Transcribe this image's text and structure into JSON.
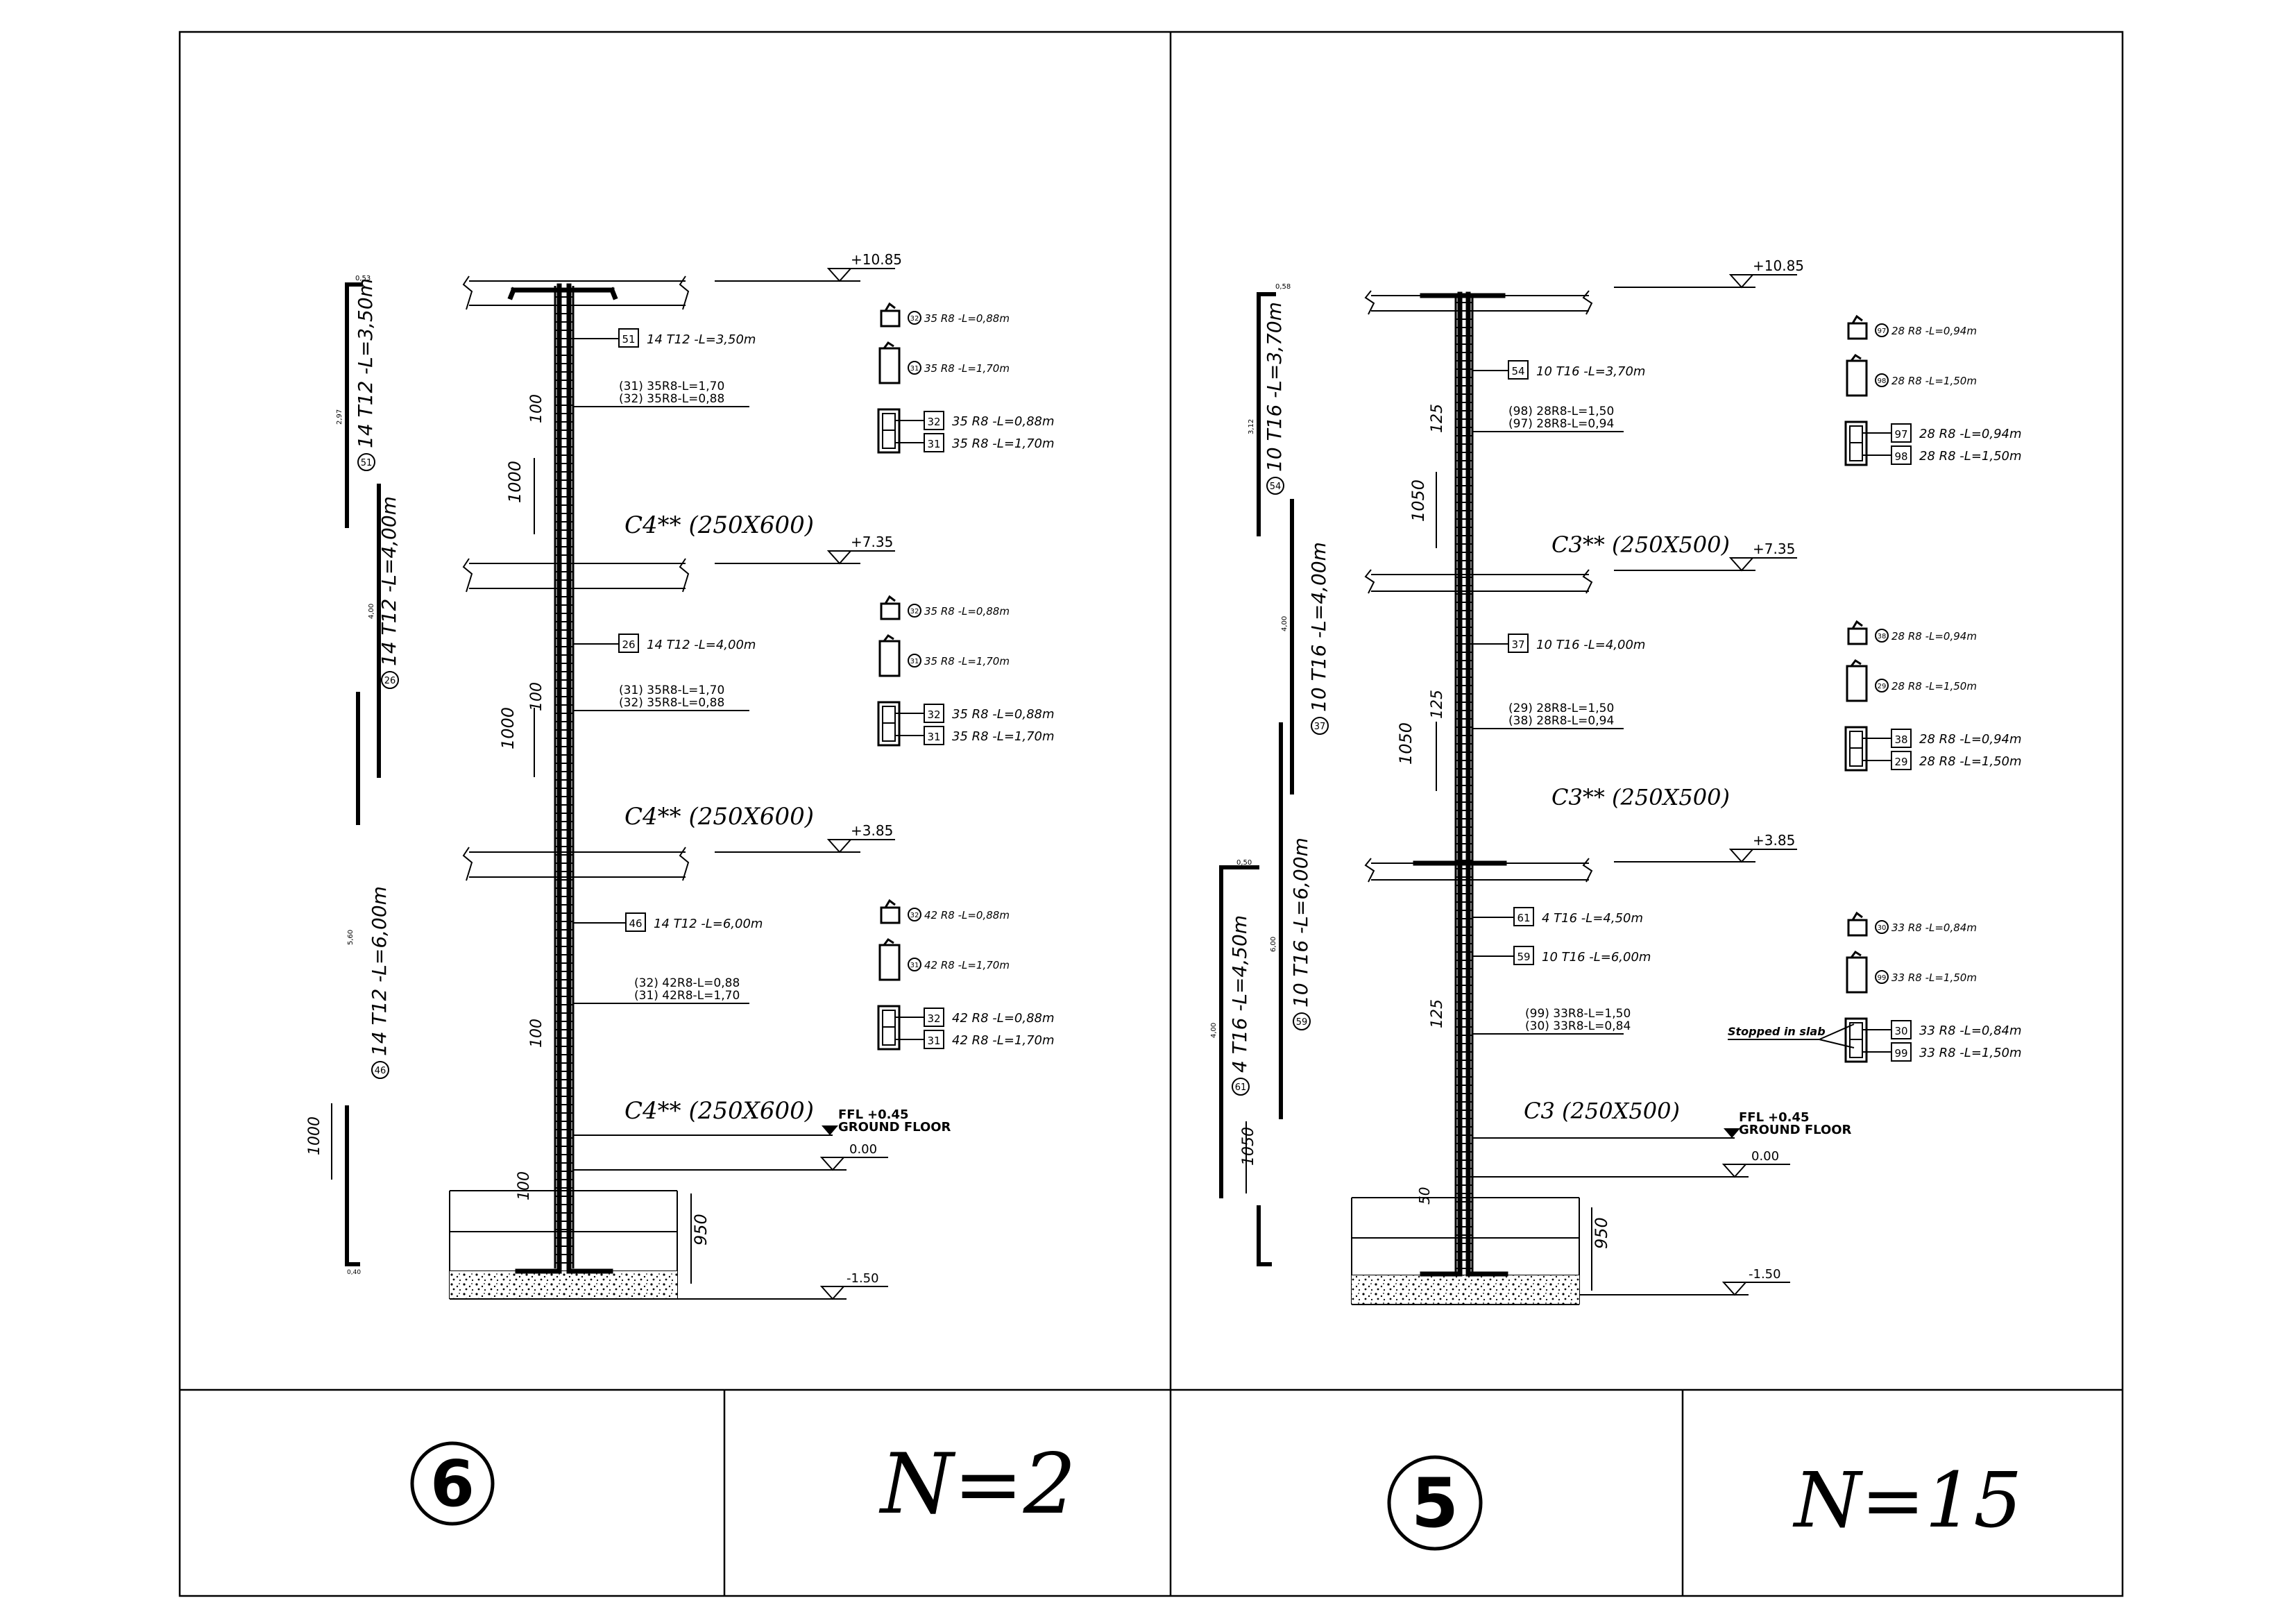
{
  "title_block": {
    "left": {
      "column_mark": "6",
      "quantity": "N=2"
    },
    "right": {
      "column_mark": "5",
      "quantity": "N=15"
    }
  },
  "left": {
    "levels": {
      "top": "+10.85",
      "l2": "+7.35",
      "l1": "+3.85",
      "ffl_a": "FFL",
      "ffl_b": "+0.45",
      "ffl_c": "GROUND FLOOR",
      "zero": "0.00",
      "found": "-1.50"
    },
    "sections": [
      "C4** (250X600)",
      "C4** (250X600)",
      "C4** (250X600)"
    ],
    "dims": {
      "lap1": "1000",
      "lap2": "1000",
      "lap3": "1000",
      "sp1": "100",
      "sp2": "100",
      "sp3": "100",
      "sp4": "100",
      "found": "950"
    },
    "callouts": [
      {
        "num": "51",
        "text": "14 T12 -L=3,50m",
        "a": "(31) 35R8-L=1,70",
        "b": "(32) 35R8-L=0,88"
      },
      {
        "num": "26",
        "text": "14 T12 -L=4,00m",
        "a": "(31) 35R8-L=1,70",
        "b": "(32) 35R8-L=0,88"
      },
      {
        "num": "46",
        "text": "14 T12 -L=6,00m",
        "a": "(32) 42R8-L=0,88",
        "b": "(31) 42R8-L=1,70"
      }
    ],
    "stirrups": [
      {
        "s1": "35 R8 -L=0,88m",
        "n1": "32",
        "s2": "35 R8 -L=1,70m",
        "n2": "31",
        "t1": "35 R8 -L=0,88m",
        "t2": "35 R8 -L=1,70m"
      },
      {
        "s1": "35 R8 -L=0,88m",
        "n1": "32",
        "s2": "35 R8 -L=1,70m",
        "n2": "31",
        "t1": "35 R8 -L=0,88m",
        "t2": "35 R8 -L=1,70m"
      },
      {
        "s1": "42 R8 -L=0,88m",
        "n1": "32",
        "s2": "42 R8 -L=1,70m",
        "n2": "31",
        "t1": "42 R8 -L=0,88m",
        "t2": "42 R8 -L=1,70m"
      }
    ],
    "bars": [
      {
        "num": "51",
        "text": "14 T12 -L=3,50m",
        "len": "2,97",
        "hook": "0,53"
      },
      {
        "num": "26",
        "text": "14 T12 -L=4,00m",
        "len": "4,00"
      },
      {
        "num": "46",
        "text": "14 T12 -L=6,00m",
        "len": "5,60",
        "hook": "0,40",
        "lap": "1000"
      }
    ]
  },
  "right": {
    "levels": {
      "top": "+10.85",
      "l2": "+7.35",
      "l1": "+3.85",
      "ffl_a": "FFL",
      "ffl_b": "+0.45",
      "ffl_c": "GROUND FLOOR",
      "zero": "0.00",
      "found": "-1.50"
    },
    "sections": [
      "C3** (250X500)",
      "C3** (250X500)",
      "C3 (250X500)"
    ],
    "dims": {
      "lap1": "1050",
      "lap2": "1050",
      "sp1": "125",
      "sp2": "125",
      "sp3": "125",
      "sp4": "50",
      "found": "950"
    },
    "callouts": [
      {
        "num": "54",
        "text": "10 T16 -L=3,70m",
        "a": "(98) 28R8-L=1,50",
        "b": "(97) 28R8-L=0,94"
      },
      {
        "num": "37",
        "text": "10 T16 -L=4,00m",
        "a": "(29) 28R8-L=1,50",
        "b": "(38) 28R8-L=0,94"
      },
      {
        "num": "61",
        "text": "4 T16 -L=4,50m"
      },
      {
        "num": "59",
        "text": "10 T16 -L=6,00m",
        "a": "(99) 33R8-L=1,50",
        "b": "(30) 33R8-L=0,84"
      }
    ],
    "stirrups": [
      {
        "s1": "28 R8 -L=0,94m",
        "n1": "97",
        "s2": "28 R8 -L=1,50m",
        "n2": "98",
        "t1": "28 R8 -L=0,94m",
        "t2": "28 R8 -L=1,50m"
      },
      {
        "s1": "28 R8 -L=0,94m",
        "n1": "38",
        "s2": "28 R8 -L=1,50m",
        "n2": "29",
        "t1": "28 R8 -L=0,94m",
        "t2": "28 R8 -L=1,50m"
      },
      {
        "s1": "33 R8 -L=0,84m",
        "n1": "30",
        "s2": "33 R8 -L=1,50m",
        "n2": "99",
        "t1": "33 R8 -L=0,84m",
        "t2": "33 R8 -L=1,50m"
      }
    ],
    "stopped_note": "Stopped in slab",
    "bars": [
      {
        "num": "54",
        "text": "10 T16 -L=3,70m",
        "len": "3,12",
        "hook": "0,58"
      },
      {
        "num": "37",
        "text": "10 T16 -L=4,00m",
        "len": "4,00"
      },
      {
        "num": "59",
        "text": "10 T16 -L=6,00m",
        "len": "6,00"
      },
      {
        "num": "61",
        "text": "4 T16 -L=4,50m",
        "len": "4,00",
        "hook": "0,50",
        "lap": "1050"
      }
    ]
  }
}
